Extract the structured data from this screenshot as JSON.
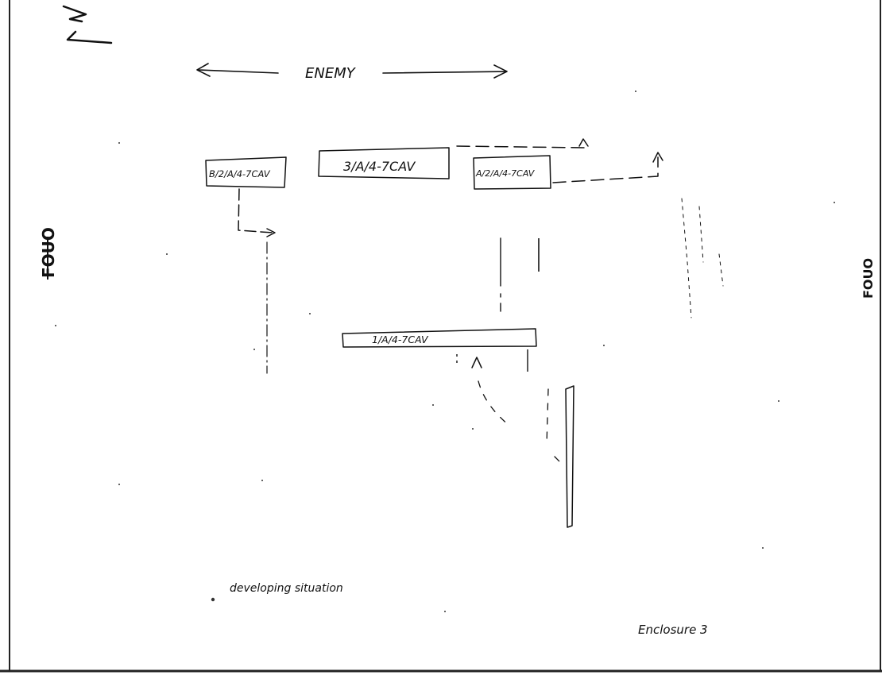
{
  "north_label": "N",
  "enemy_label": "ENEMY",
  "units": {
    "b_platoon": "B/2/A/4-7CAV",
    "third_platoon": "3/A/4-7CAV",
    "a_platoon": "A/2/A/4-7CAV",
    "first_platoon": "1/A/4-7CAV"
  },
  "markings": {
    "left": "FOUO",
    "right": "FOUO"
  },
  "note": "developing situation",
  "enclosure": "Enclosure 3"
}
